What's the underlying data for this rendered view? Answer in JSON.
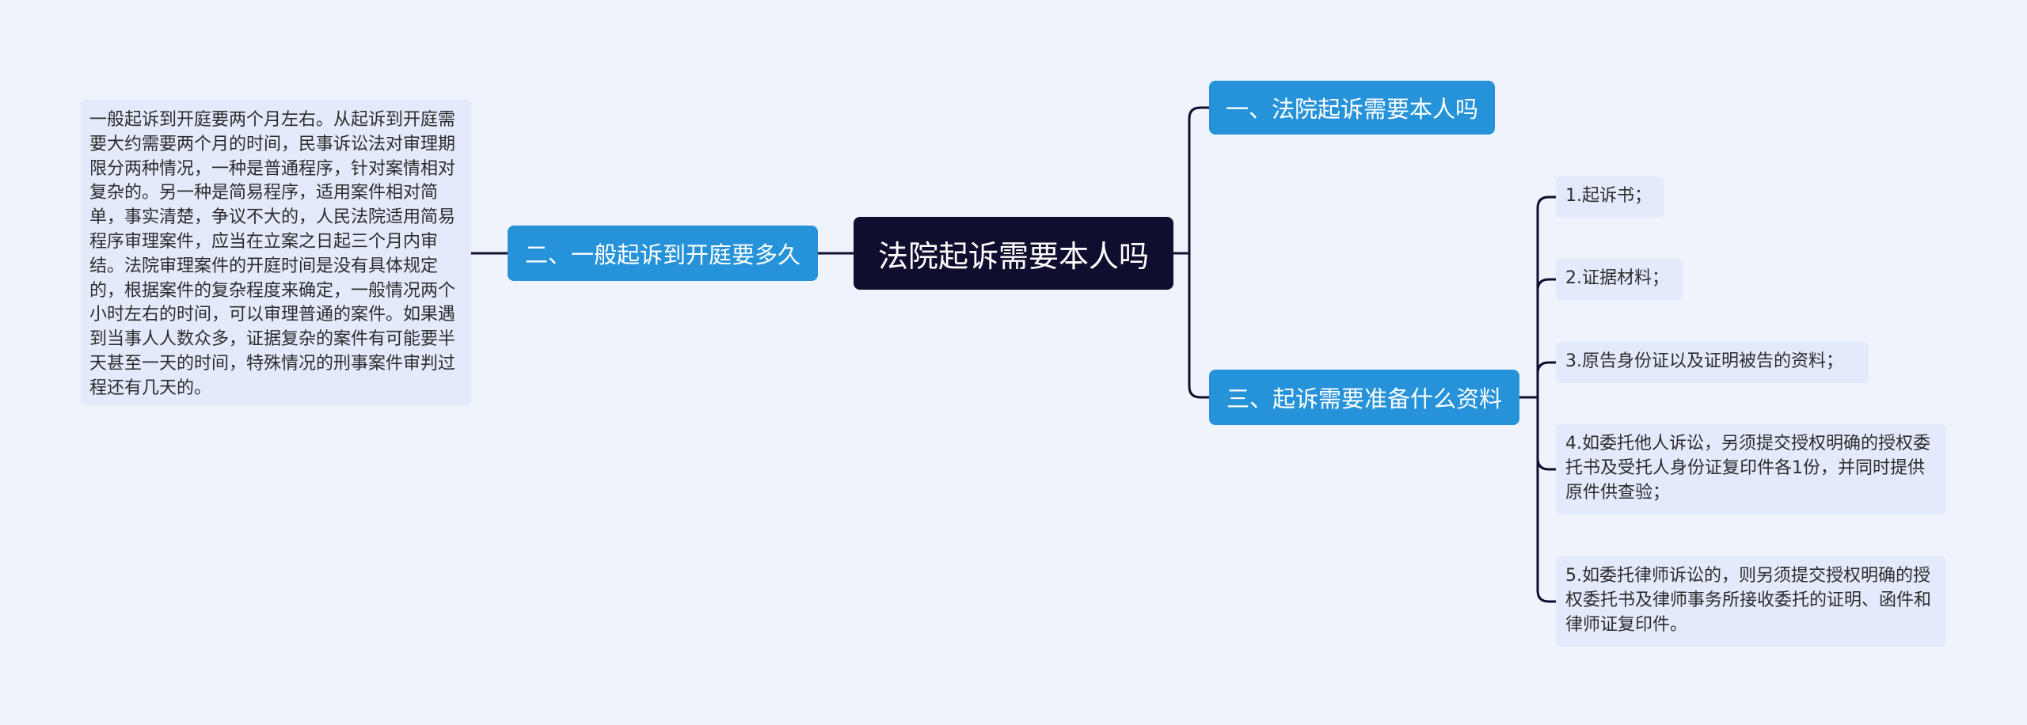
{
  "root": {
    "title": "法院起诉需要本人吗"
  },
  "branches": [
    {
      "label": "一、法院起诉需要本人吗"
    },
    {
      "label": "二、一般起诉到开庭要多久"
    },
    {
      "label": "三、起诉需要准备什么资料"
    }
  ],
  "branch2_detail": {
    "text": "一般起诉到开庭要两个月左右。从起诉到开庭需要大约需要两个月的时间，民事诉讼法对审理期限分两种情况，一种是普通程序，针对案情相对复杂的。另一种是简易程序，适用案件相对简单，事实清楚，争议不大的，人民法院适用简易程序审理案件，应当在立案之日起三个月内审结。法院审理案件的开庭时间是没有具体规定的，根据案件的复杂程度来确定，一般情况两个小时左右的时间，可以审理普通的案件。如果遇到当事人人数众多，证据复杂的案件有可能要半天甚至一天的时间，特殊情况的刑事案件审判过程还有几天的。"
  },
  "branch3_items": [
    "1.起诉书；",
    "2.证据材料；",
    "3.原告身份证以及证明被告的资料；",
    "4.如委托他人诉讼，另须提交授权明确的授权委托书及受托人身份证复印件各1份，并同时提供原件供查验；",
    "5.如委托律师诉讼的，则另须提交授权明确的授权委托书及律师事务所接收委托的证明、函件和律师证复印件。"
  ],
  "colors": {
    "background": "#eff3fc",
    "root_fill": "#0f0e2e",
    "branch_fill": "#2592d9",
    "leaf_fill": "#e3eafb",
    "connector": "#0f0e2e"
  }
}
